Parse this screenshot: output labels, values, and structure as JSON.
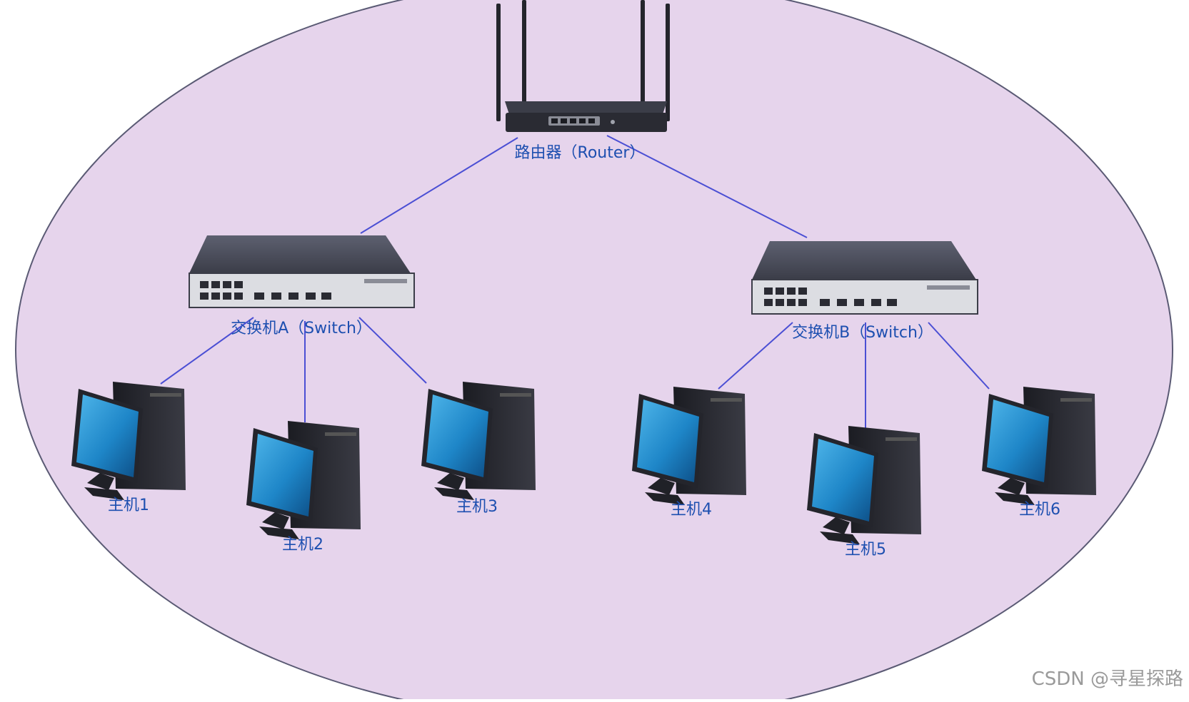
{
  "diagram": {
    "router": {
      "label": "路由器（Router）"
    },
    "switches": [
      {
        "id": "A",
        "label": "交换机A（Switch）"
      },
      {
        "id": "B",
        "label": "交换机B（Switch）"
      }
    ],
    "hosts": [
      {
        "label": "主机1",
        "switch": "A"
      },
      {
        "label": "主机2",
        "switch": "A"
      },
      {
        "label": "主机3",
        "switch": "A"
      },
      {
        "label": "主机4",
        "switch": "B"
      },
      {
        "label": "主机5",
        "switch": "B"
      },
      {
        "label": "主机6",
        "switch": "B"
      }
    ]
  },
  "colors": {
    "background_ellipse": "#e6d4ec",
    "ellipse_stroke": "#5a5a74",
    "link": "#4b4fd4",
    "label": "#1d4fb0",
    "device_dark": "#2e2f3a",
    "screen": "#1e86c8"
  },
  "watermark": "CSDN @寻星探路"
}
